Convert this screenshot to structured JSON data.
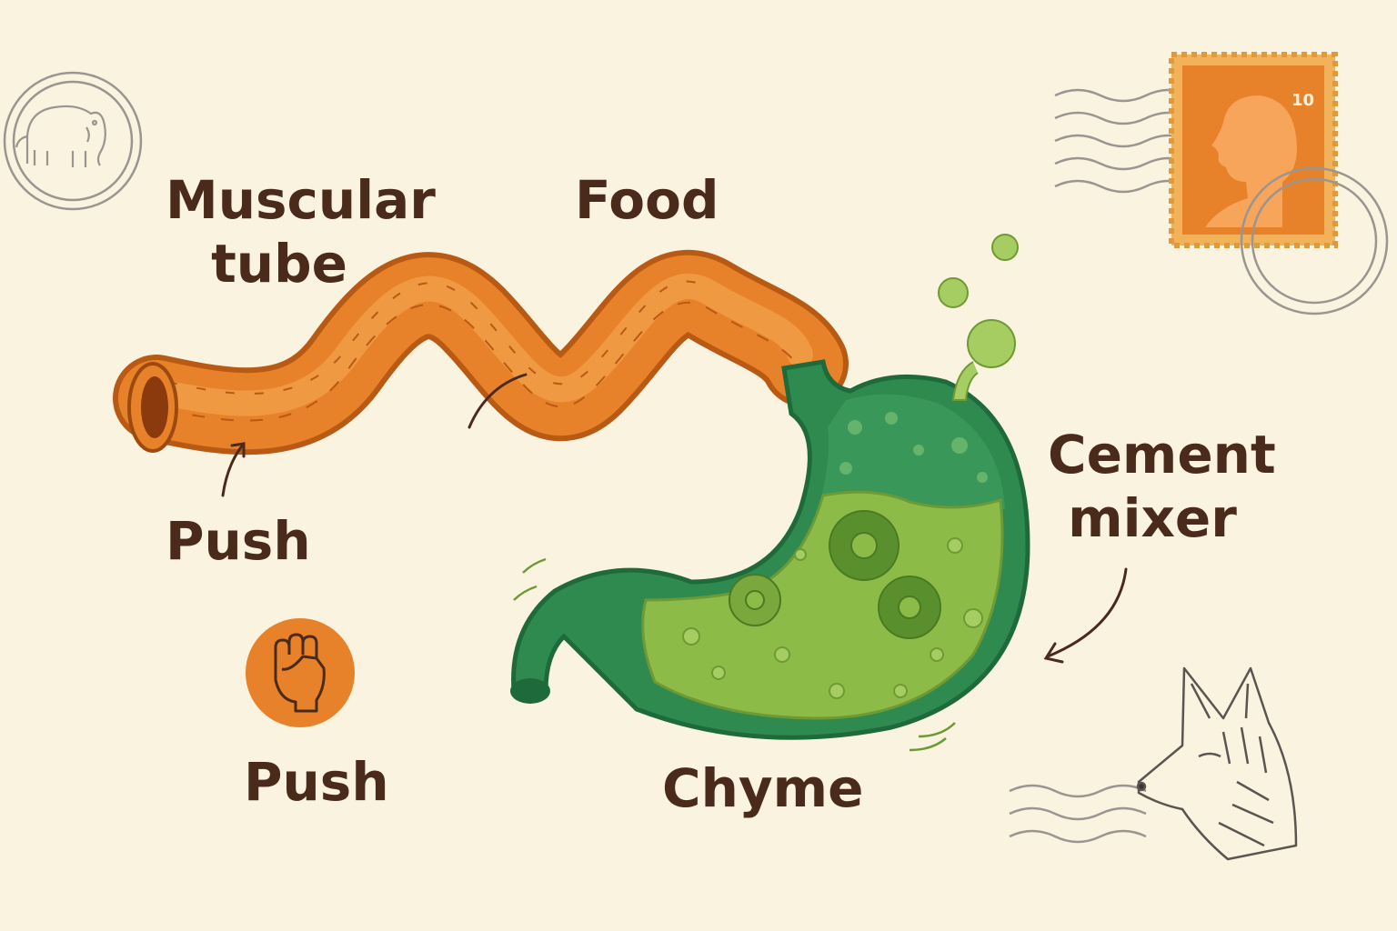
{
  "labels": {
    "muscular_tube": [
      "Muscular",
      "tube"
    ],
    "food": "Food",
    "push_arrow": "Push",
    "push_icon": "Push",
    "cement_mixer": [
      "Cement",
      "mixer"
    ],
    "chyme": "Chyme"
  },
  "stamp": {
    "value": "10"
  },
  "colors": {
    "background": "#faf3e0",
    "esophagus": "#e8822a",
    "stomach": "#2f8a4f",
    "stomach_contents": "#8dbb47",
    "label_text": "#4a2a1a",
    "stamp": "#e8822a"
  }
}
